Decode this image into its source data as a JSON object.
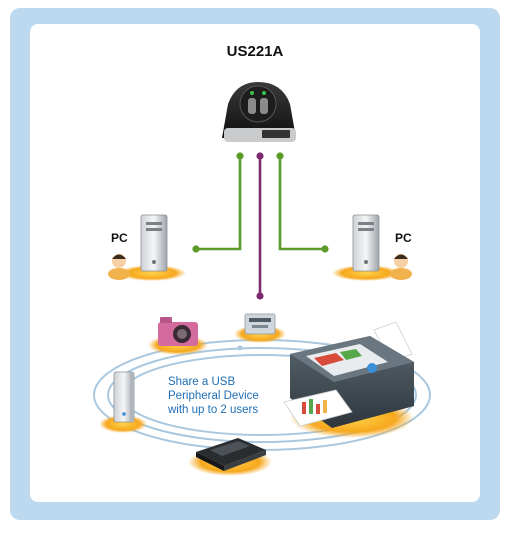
{
  "diagram": {
    "device_name": "US221A",
    "pc_left_label": "PC",
    "pc_right_label": "PC",
    "caption": [
      "Share a USB",
      "Peripheral Device",
      "with up to 2 users"
    ],
    "colors": {
      "frame": "#bcd9ef",
      "panel": "#ffffff",
      "pc_link": "#5c9a2a",
      "usb_link": "#7d2a6e",
      "orbit": "#a9c8e0",
      "glow": "#f3a41e",
      "caption": "#1f6fb5"
    },
    "icons": [
      "usb-switch-icon",
      "pc-tower-icon",
      "user-icon",
      "camera-icon",
      "card-reader-icon",
      "printer-icon",
      "external-drive-icon",
      "scanner-icon"
    ]
  }
}
